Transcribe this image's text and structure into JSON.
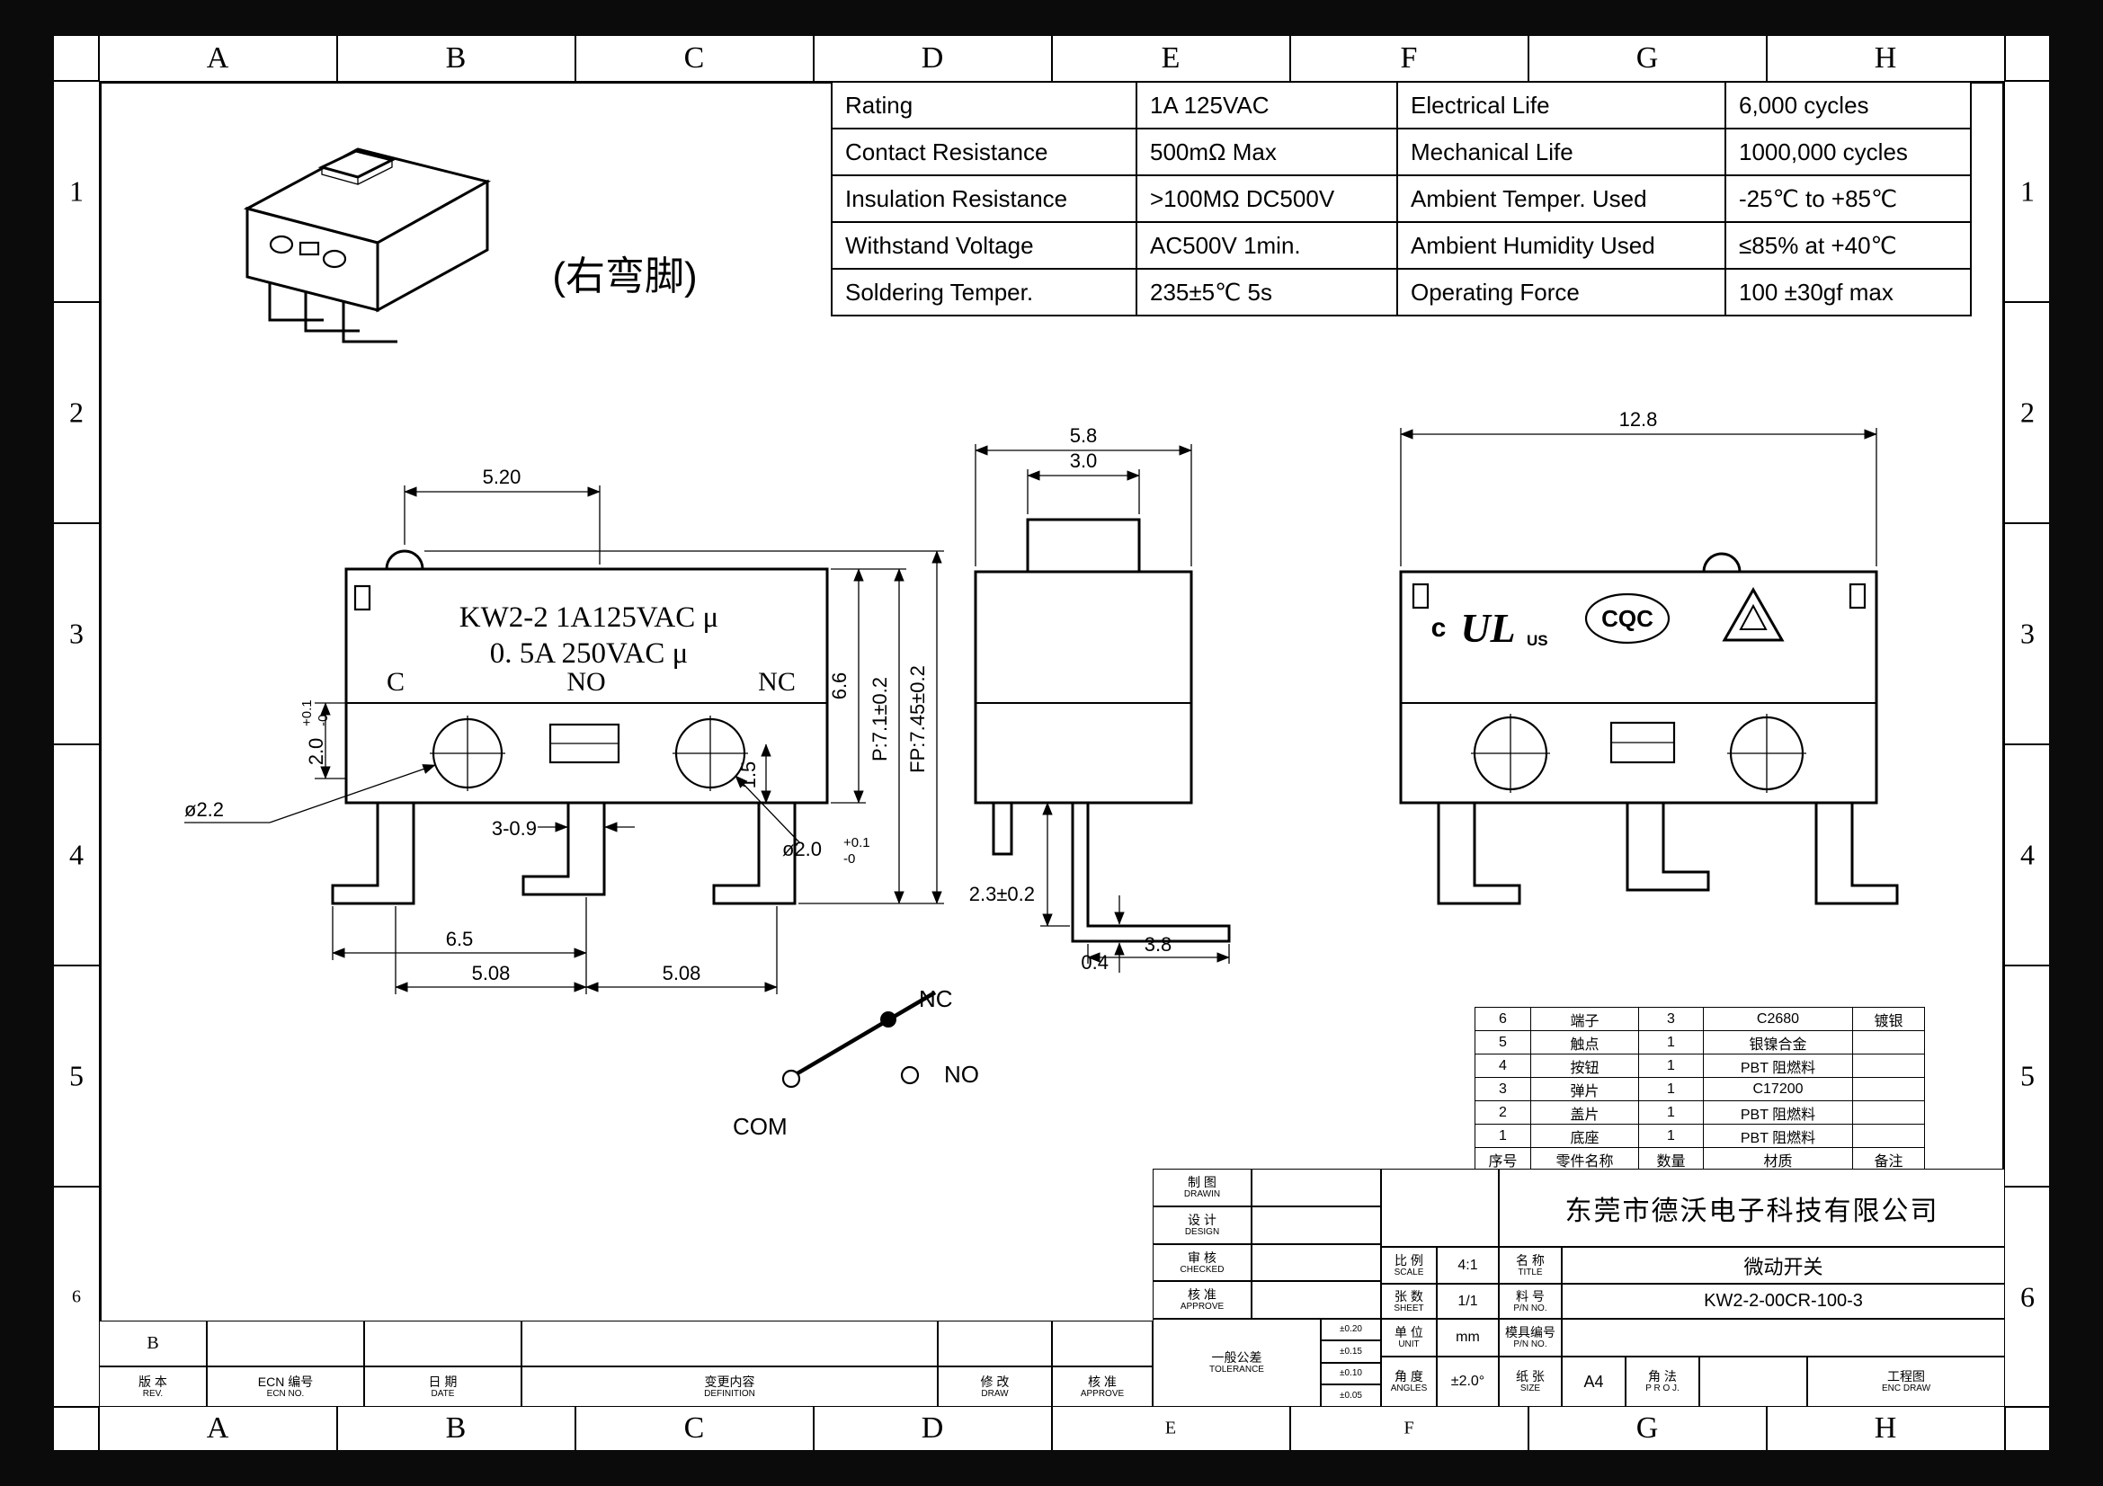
{
  "border": {
    "letters": [
      "A",
      "B",
      "C",
      "D",
      "E",
      "F",
      "G",
      "H"
    ],
    "numbers": [
      "1",
      "2",
      "3",
      "4",
      "5",
      "6"
    ]
  },
  "spec_table": {
    "rows": [
      {
        "label1": "Rating",
        "value1": "1A  125VAC",
        "label2": "Electrical Life",
        "value2": "6,000 cycles"
      },
      {
        "label1": "Contact Resistance",
        "value1": "500mΩ  Max",
        "label2": "Mechanical Life",
        "value2": "1000,000 cycles"
      },
      {
        "label1": "Insulation Resistance",
        "value1": ">100MΩ DC500V",
        "label2": "Ambient Temper. Used",
        "value2": "-25℃ to +85℃"
      },
      {
        "label1": "Withstand Voltage",
        "value1": "AC500V  1min.",
        "label2": "Ambient Humidity Used",
        "value2": "≤85% at +40℃"
      },
      {
        "label1": "Soldering Temper.",
        "value1": "235±5℃ 5s",
        "label2": "Operating Force",
        "value2": "100 ±30gf max"
      }
    ]
  },
  "views": {
    "iso_caption": "(右弯脚)",
    "front": {
      "marking_line1": "KW2-2  1A125VAC μ",
      "marking_line2": "0. 5A  250VAC μ",
      "terminal_c": "C",
      "terminal_no": "NO",
      "terminal_nc": "NC",
      "dim_top_width": "5.20",
      "dim_body_height": "6.6",
      "dim_p": "P:7.1±0.2",
      "dim_fp": "FP:7.45±0.2",
      "dim_step": "1.5",
      "dim_slot": "2.0",
      "dim_slot_plus": "+0.1",
      "dim_slot_minus": "-0",
      "dim_hole_left": "ø2.2",
      "dim_pin": "3-0.9",
      "dim_hole_right": "ø2.0",
      "dim_hole_right_plus": "+0.1",
      "dim_hole_right_minus": "-0",
      "dim_span": "6.5",
      "dim_pitch1": "5.08",
      "dim_pitch2": "5.08"
    },
    "side": {
      "dim_width": "5.8",
      "dim_button": "3.0",
      "dim_drop": "2.3±0.2",
      "dim_thickness": "0.4",
      "dim_foot": "3.8"
    },
    "rear": {
      "dim_width": "12.8",
      "ul_c": "c",
      "ul_mark": "UL",
      "ul_us": "US",
      "cqc": "CQC"
    },
    "circuit": {
      "nc": "NC",
      "no": "NO",
      "com": "COM"
    }
  },
  "parts_table": {
    "header": {
      "no": "序号",
      "name": "零件名称",
      "qty": "数量",
      "material": "材质",
      "remark": "备注"
    },
    "rows": [
      {
        "no": "6",
        "name": "端子",
        "qty": "3",
        "material": "C2680",
        "remark": "镀银"
      },
      {
        "no": "5",
        "name": "触点",
        "qty": "1",
        "material": "银镍合金",
        "remark": ""
      },
      {
        "no": "4",
        "name": "按钮",
        "qty": "1",
        "material": "PBT  阻燃料",
        "remark": ""
      },
      {
        "no": "3",
        "name": "弹片",
        "qty": "1",
        "material": "C17200",
        "remark": ""
      },
      {
        "no": "2",
        "name": "盖片",
        "qty": "1",
        "material": "PBT  阻燃料",
        "remark": ""
      },
      {
        "no": "1",
        "name": "底座",
        "qty": "1",
        "material": "PBT  阻燃料",
        "remark": ""
      }
    ]
  },
  "title_block": {
    "company": "东莞市德沃电子科技有限公司",
    "drawin": {
      "cn": "制 图",
      "en": "DRAWIN"
    },
    "design": {
      "cn": "设 计",
      "en": "DESIGN"
    },
    "checked": {
      "cn": "审 核",
      "en": "CHECKED"
    },
    "approved": {
      "cn": "核 准",
      "en": "APPROVE"
    },
    "tolerance": {
      "cn": "一般公差",
      "en": "TOLERANCE"
    },
    "tol_values": [
      "±0.20",
      "±0.15",
      "±0.10",
      "±0.05"
    ],
    "scale": {
      "cn": "比 例",
      "en": "SCALE",
      "value": "4:1"
    },
    "sheets": {
      "cn": "张 数",
      "en": "SHEET",
      "value": "1/1"
    },
    "unit": {
      "cn": "单 位",
      "en": "UNIT",
      "value": "mm"
    },
    "angles": {
      "cn": "角 度",
      "en": "ANGLES",
      "value": "±2.0°"
    },
    "title": {
      "cn": "名 称",
      "en": "TITLE",
      "value": "微动开关"
    },
    "part_no": {
      "cn": "料 号",
      "en": "P/N NO.",
      "value": "KW2-2-00CR-100-3"
    },
    "mold_no": {
      "cn": "模具编号",
      "en": "P/N NO.",
      "value": ""
    },
    "paper": {
      "cn": "纸 张",
      "en": "SIZE",
      "value": "A4"
    },
    "projection": {
      "cn": "角 法",
      "en": "P R O J."
    },
    "eng_draw": {
      "cn": "工程图",
      "en": "ENC DRAW"
    },
    "revision": {
      "rev": {
        "cn": "版 本",
        "en": "REV."
      },
      "ecn": {
        "cn": "ECN 编号",
        "en": "ECN NO."
      },
      "date": {
        "cn": "日 期",
        "en": "DATE"
      },
      "definition": {
        "cn": "变更内容",
        "en": "DEFINITION"
      },
      "draw": {
        "cn": "修 改",
        "en": "DRAW"
      },
      "approve": {
        "cn": "核 准",
        "en": "APPROVE"
      },
      "rev_value": "B"
    }
  }
}
